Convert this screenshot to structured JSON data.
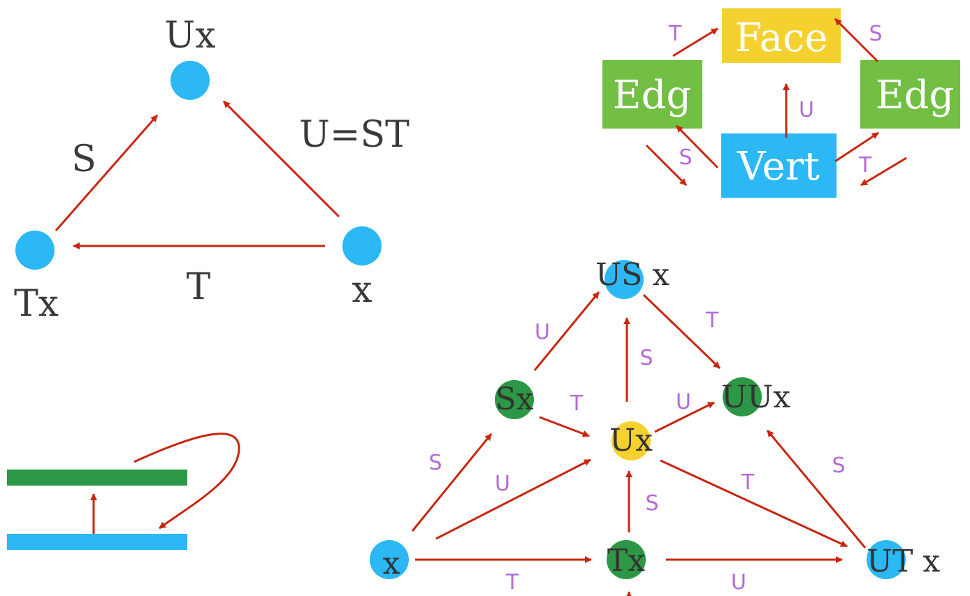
{
  "triangle": {
    "nodes": {
      "top": "Ux",
      "left": "Tx",
      "right": "x"
    },
    "edges": {
      "left_side": "S",
      "right_side": "U=ST",
      "bottom": "T"
    }
  },
  "cell_diagram": {
    "boxes": {
      "face": "Face",
      "edge_left": "Edg",
      "edge_right": "Edg",
      "vert": "Vert"
    },
    "arrows": {
      "to_face_from_left": "T",
      "to_face_from_right": "S",
      "vert_up": "U",
      "vert_to_left": "S",
      "vert_to_right": "T"
    }
  },
  "graph": {
    "nodes": {
      "usx": "US x",
      "sx": "Sx",
      "ux": "Ux",
      "uux": "UUx",
      "x": "x",
      "tx": "Tx",
      "utx": "UT x"
    },
    "edges": {
      "sx_usx": "U",
      "usx_uux": "T",
      "ux_usx": "S",
      "sx_ux": "T",
      "ux_uux": "U",
      "x_sx": "S",
      "x_ux": "U",
      "tx_ux": "S",
      "ux_utx": "T",
      "utx_uux": "S",
      "x_tx": "T",
      "tx_utx": "U"
    }
  },
  "colors": {
    "blue": "#2bb8f5",
    "green_box": "#72bf44",
    "green_node": "#2c9845",
    "yellow": "#f5d12f",
    "arrow": "#c8260f",
    "label": "#b36ad8"
  }
}
